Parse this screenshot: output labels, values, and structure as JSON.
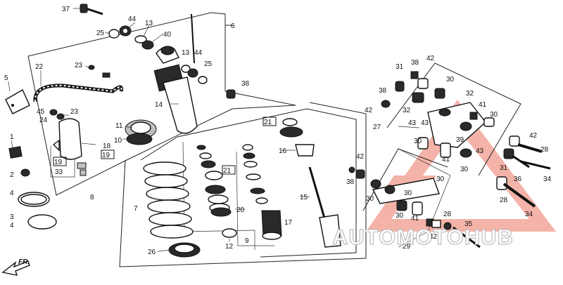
{
  "diagram": {
    "labels": [
      {
        "id": "p37",
        "text": "37"
      },
      {
        "id": "p44a",
        "text": "44"
      },
      {
        "id": "p25a",
        "text": "25"
      },
      {
        "id": "p13a",
        "text": "13"
      },
      {
        "id": "p40",
        "text": "40"
      },
      {
        "id": "p6",
        "text": "6"
      },
      {
        "id": "p13b",
        "text": "13"
      },
      {
        "id": "p44b",
        "text": "44"
      },
      {
        "id": "p25b",
        "text": "25"
      },
      {
        "id": "p38a",
        "text": "38"
      },
      {
        "id": "p22",
        "text": "22"
      },
      {
        "id": "p23a",
        "text": "23"
      },
      {
        "id": "p5",
        "text": "5"
      },
      {
        "id": "p14",
        "text": "14"
      },
      {
        "id": "p45",
        "text": "45"
      },
      {
        "id": "p24",
        "text": "24"
      },
      {
        "id": "p23b",
        "text": "23"
      },
      {
        "id": "p11",
        "text": "11"
      },
      {
        "id": "p10",
        "text": "10"
      },
      {
        "id": "p1",
        "text": "1"
      },
      {
        "id": "p18",
        "text": "18"
      },
      {
        "id": "p19a",
        "text": "19"
      },
      {
        "id": "p19b",
        "text": "19"
      },
      {
        "id": "p33",
        "text": "33"
      },
      {
        "id": "p2",
        "text": "2"
      },
      {
        "id": "p4a",
        "text": "4"
      },
      {
        "id": "p3",
        "text": "3"
      },
      {
        "id": "p4b",
        "text": "4"
      },
      {
        "id": "p8",
        "text": "8"
      },
      {
        "id": "p7",
        "text": "7"
      },
      {
        "id": "p26",
        "text": "26"
      },
      {
        "id": "p21a",
        "text": "21"
      },
      {
        "id": "p21b",
        "text": "21"
      },
      {
        "id": "p16",
        "text": "16"
      },
      {
        "id": "p15",
        "text": "15"
      },
      {
        "id": "p20",
        "text": "20"
      },
      {
        "id": "p17",
        "text": "17"
      },
      {
        "id": "p12",
        "text": "12"
      },
      {
        "id": "p9",
        "text": "9"
      },
      {
        "id": "p31a",
        "text": "31"
      },
      {
        "id": "p38b",
        "text": "38"
      },
      {
        "id": "p42a",
        "text": "42"
      },
      {
        "id": "p38c",
        "text": "38"
      },
      {
        "id": "p42b",
        "text": "42"
      },
      {
        "id": "p32a",
        "text": "32"
      },
      {
        "id": "p43a",
        "text": "43"
      },
      {
        "id": "p30a",
        "text": "30"
      },
      {
        "id": "p32b",
        "text": "32"
      },
      {
        "id": "p41a",
        "text": "41"
      },
      {
        "id": "p30b",
        "text": "30"
      },
      {
        "id": "p27",
        "text": "27"
      },
      {
        "id": "p30c",
        "text": "30"
      },
      {
        "id": "p39",
        "text": "39"
      },
      {
        "id": "p43b",
        "text": "43"
      },
      {
        "id": "p42c",
        "text": "42"
      },
      {
        "id": "p28a",
        "text": "28"
      },
      {
        "id": "p41b",
        "text": "41"
      },
      {
        "id": "p30d",
        "text": "30"
      },
      {
        "id": "p31b",
        "text": "31"
      },
      {
        "id": "p36",
        "text": "36"
      },
      {
        "id": "p34a",
        "text": "34"
      },
      {
        "id": "p42d",
        "text": "42"
      },
      {
        "id": "p38d",
        "text": "38"
      },
      {
        "id": "p30e",
        "text": "30"
      },
      {
        "id": "p30f",
        "text": "30"
      },
      {
        "id": "p28b",
        "text": "28"
      },
      {
        "id": "p41c",
        "text": "41"
      },
      {
        "id": "p34b",
        "text": "34"
      },
      {
        "id": "p28c",
        "text": "28"
      },
      {
        "id": "p35",
        "text": "35"
      },
      {
        "id": "p42e",
        "text": "42"
      },
      {
        "id": "p29",
        "text": "29"
      },
      {
        "id": "p30g",
        "text": "30"
      },
      {
        "id": "p43c",
        "text": "43"
      },
      {
        "id": "p30h",
        "text": "30"
      }
    ],
    "direction_label": "FR.",
    "watermark_text": "AUTOMOTOHUB",
    "colors": {
      "ink": "#111111",
      "watermark": "#f2a69a",
      "watermark_text": "#e8e8e8"
    }
  }
}
